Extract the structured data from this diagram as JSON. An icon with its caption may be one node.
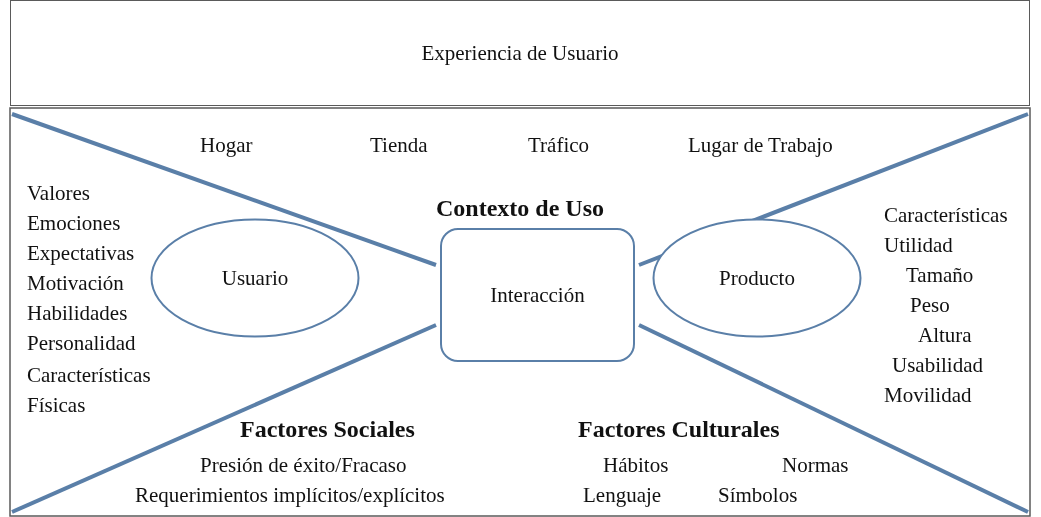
{
  "diagram": {
    "nodes": [
      {
        "text": [
          "Experiencia de Usuario"
        ]
      },
      {
        "text": [
          "Usuario"
        ]
      },
      {
        "text": [
          "Interacción"
        ]
      },
      {
        "text": [
          "Producto"
        ]
      }
    ],
    "edges": [],
    "labels": [
      "Hogar",
      "Tienda",
      "Tráfico",
      "Lugar de Trabajo",
      "Contexto de Uso",
      "Valores",
      "Emociones",
      "Expectativas",
      "Motivación",
      "Habilidades",
      "Personalidad",
      "Características Físicas",
      "Características",
      "Utilidad",
      "Tamaño",
      "Peso",
      "Altura",
      "Usabilidad",
      "Movilidad",
      "Factores Sociales",
      "Presión de éxito/Fracaso",
      "Requerimientos implícitos/explícitos",
      "Factores Culturales",
      "Hábitos",
      "Normas",
      "Lenguaje",
      "Símbolos"
    ]
  }
}
